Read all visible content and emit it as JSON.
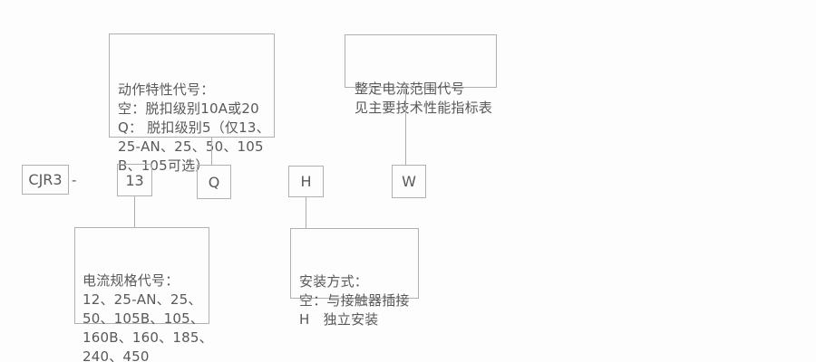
{
  "diagram": {
    "model": {
      "prefix": "CJR3",
      "separator": "-",
      "current_spec_code": "13",
      "action_characteristic_code": "Q",
      "mounting_code": "H",
      "current_range_code": "W"
    },
    "annotations": {
      "action_characteristic": "动作特性代号：\n空：脱扣级别10A或20\nQ： 脱扣级别5（仅13、\n25-AN、25、50、105\nB、105可选）",
      "setting_current_range": "整定电流范围代号\n见主要技术性能指标表",
      "current_spec": "电流规格代号：\n12、25-AN、25、\n50、105B、105、\n160B、160、185、\n240、450",
      "mounting_mode": "安装方式：\n空：与接触器插接\nH　独立安装"
    },
    "colors": {
      "background": "#fdfdfd",
      "border": "#b0b0b0",
      "text": "#595959"
    }
  }
}
